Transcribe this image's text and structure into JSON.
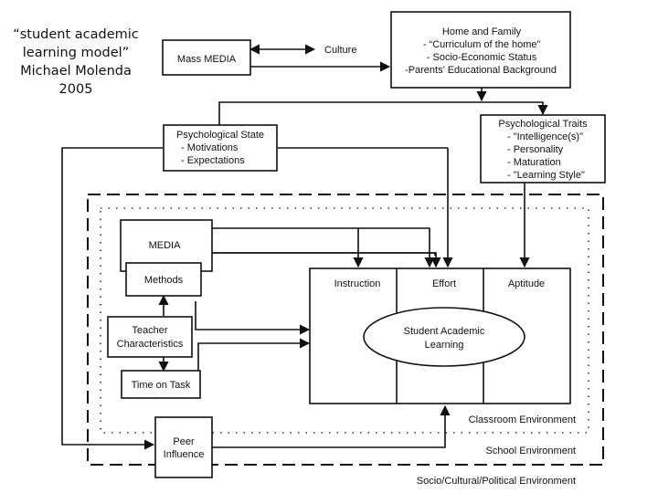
{
  "title": {
    "lines": [
      "“student academic",
      "learning model”",
      "Michael Molenda",
      "2005"
    ]
  },
  "nodes": {
    "mass_media": {
      "label": "Mass MEDIA"
    },
    "culture": {
      "label": "Culture"
    },
    "home_family": {
      "title": "Home and Family",
      "items": [
        "- “Curriculum of the home”",
        "- Socio-Economic Status",
        "-Parents’ Educational Background"
      ]
    },
    "psych_state": {
      "title": "Psychological State",
      "items": [
        "- Motivations",
        "- Expectations"
      ]
    },
    "psych_traits": {
      "title": "Psychological Traits",
      "items": [
        "- \"Intelligence(s)\"",
        "- Personality",
        "- Maturation",
        "- \"Learning Style\""
      ]
    },
    "media": {
      "label": "MEDIA"
    },
    "methods": {
      "label": "Methods"
    },
    "teacher": {
      "lines": [
        "Teacher",
        "Characteristics"
      ]
    },
    "time_on_task": {
      "label": "Time on Task"
    },
    "peer": {
      "lines": [
        "Peer",
        "Influence"
      ]
    },
    "instruction": {
      "label": "Instruction"
    },
    "effort": {
      "label": "Effort"
    },
    "aptitude": {
      "label": "Aptitude"
    },
    "sal": {
      "lines": [
        "Student Academic",
        "Learning"
      ]
    }
  },
  "environments": {
    "classroom": "Classroom Environment",
    "school": "School Environment",
    "socio": "Socio/Cultural/Political Environment"
  }
}
